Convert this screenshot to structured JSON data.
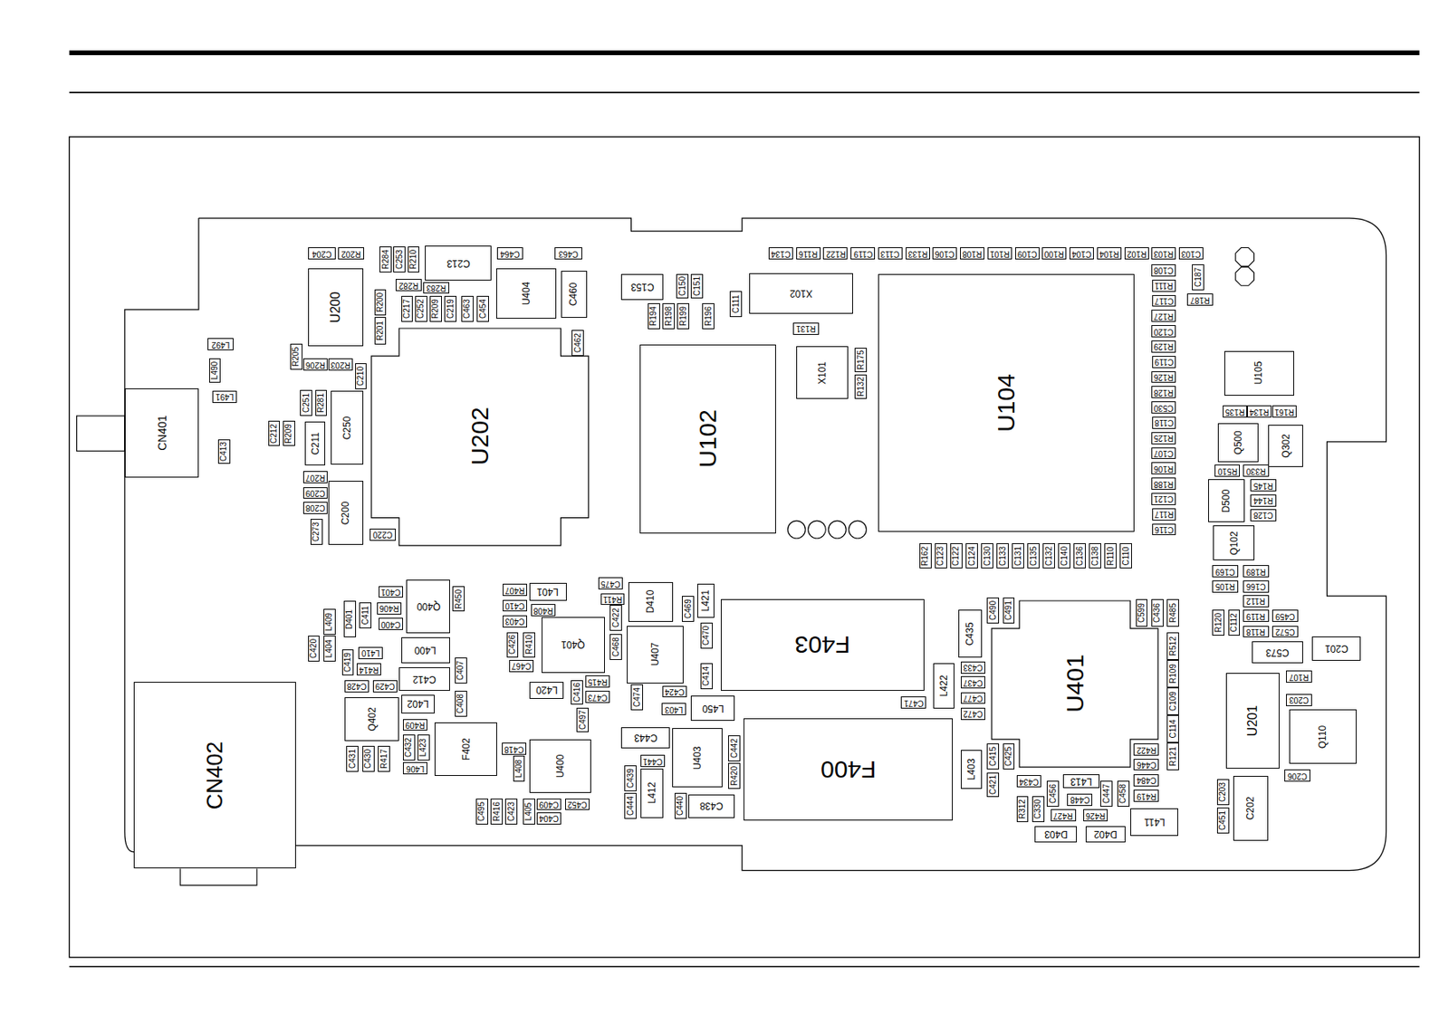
{
  "diagram": {
    "nodes": [
      {
        "text": [
          "C134"
        ]
      },
      {
        "text": [
          "R116"
        ]
      },
      {
        "text": [
          "R122"
        ]
      },
      {
        "text": [
          "C119"
        ]
      },
      {
        "text": [
          "C113"
        ]
      },
      {
        "text": [
          "R133"
        ]
      },
      {
        "text": [
          "C106"
        ]
      },
      {
        "text": [
          "R108"
        ]
      },
      {
        "text": [
          "R101"
        ]
      },
      {
        "text": [
          "C109"
        ]
      },
      {
        "text": [
          "R100"
        ]
      },
      {
        "text": [
          "C104"
        ]
      },
      {
        "text": [
          "R104"
        ]
      },
      {
        "text": [
          "R102"
        ]
      },
      {
        "text": [
          "R103"
        ]
      },
      {
        "text": [
          "C103"
        ]
      },
      {
        "text": [
          "C108"
        ]
      },
      {
        "text": [
          "R111"
        ]
      },
      {
        "text": [
          "C117"
        ]
      },
      {
        "text": [
          "R127"
        ]
      },
      {
        "text": [
          "C120"
        ]
      },
      {
        "text": [
          "R129"
        ]
      },
      {
        "text": [
          "C119"
        ]
      },
      {
        "text": [
          "R126"
        ]
      },
      {
        "text": [
          "R128"
        ]
      },
      {
        "text": [
          "C530"
        ]
      },
      {
        "text": [
          "C118"
        ]
      },
      {
        "text": [
          "R125"
        ]
      },
      {
        "text": [
          "C107"
        ]
      },
      {
        "text": [
          "R106"
        ]
      },
      {
        "text": [
          "R188"
        ]
      },
      {
        "text": [
          "C121"
        ]
      },
      {
        "text": [
          "R117"
        ]
      },
      {
        "text": [
          "C116"
        ]
      },
      {
        "text": [
          "R162"
        ]
      },
      {
        "text": [
          "C123"
        ]
      },
      {
        "text": [
          "C122"
        ]
      },
      {
        "text": [
          "C124"
        ]
      },
      {
        "text": [
          "C130"
        ]
      },
      {
        "text": [
          "C133"
        ]
      },
      {
        "text": [
          "C131"
        ]
      },
      {
        "text": [
          "C135"
        ]
      },
      {
        "text": [
          "C132"
        ]
      },
      {
        "text": [
          "C140"
        ]
      },
      {
        "text": [
          "C136"
        ]
      },
      {
        "text": [
          "C138"
        ]
      },
      {
        "text": [
          "R110"
        ]
      },
      {
        "text": [
          "C110"
        ]
      },
      {
        "text": [
          "C204"
        ]
      },
      {
        "text": [
          "R202"
        ]
      },
      {
        "text": [
          "R284"
        ]
      },
      {
        "text": [
          "C253"
        ]
      },
      {
        "text": [
          "R210"
        ]
      },
      {
        "text": [
          "C213"
        ]
      },
      {
        "text": [
          "C464"
        ]
      },
      {
        "text": [
          "C463"
        ]
      },
      {
        "text": [
          "R283"
        ]
      },
      {
        "text": [
          "R282"
        ]
      },
      {
        "text": [
          "U200"
        ]
      },
      {
        "text": [
          "R200"
        ]
      },
      {
        "text": [
          "C217"
        ]
      },
      {
        "text": [
          "C252"
        ]
      },
      {
        "text": [
          "R209"
        ]
      },
      {
        "text": [
          "C219"
        ]
      },
      {
        "text": [
          "C463"
        ]
      },
      {
        "text": [
          "C454"
        ]
      },
      {
        "text": [
          "U404"
        ]
      },
      {
        "text": [
          "C460"
        ]
      },
      {
        "text": [
          "C462"
        ]
      },
      {
        "text": [
          "R201"
        ]
      },
      {
        "text": [
          "C153"
        ]
      },
      {
        "text": [
          "C150"
        ]
      },
      {
        "text": [
          "C151"
        ]
      },
      {
        "text": [
          "R194"
        ]
      },
      {
        "text": [
          "R198"
        ]
      },
      {
        "text": [
          "R199"
        ]
      },
      {
        "text": [
          "R196"
        ]
      },
      {
        "text": [
          "C111"
        ]
      },
      {
        "text": [
          "X102"
        ]
      },
      {
        "text": [
          "R131"
        ]
      },
      {
        "text": [
          "X101"
        ]
      },
      {
        "text": [
          "R175"
        ]
      },
      {
        "text": [
          "R132"
        ]
      },
      {
        "text": [
          "U102"
        ]
      },
      {
        "text": [
          "U104"
        ]
      },
      {
        "text": [
          "C187"
        ]
      },
      {
        "text": [
          "R187"
        ]
      },
      {
        "text": [
          "U105"
        ]
      },
      {
        "text": [
          "R135"
        ]
      },
      {
        "text": [
          "R134"
        ]
      },
      {
        "text": [
          "R161"
        ]
      },
      {
        "text": [
          "Q500"
        ]
      },
      {
        "text": [
          "Q302"
        ]
      },
      {
        "text": [
          "R510"
        ]
      },
      {
        "text": [
          "R330"
        ]
      },
      {
        "text": [
          "R145"
        ]
      },
      {
        "text": [
          "R144"
        ]
      },
      {
        "text": [
          "C128"
        ]
      },
      {
        "text": [
          "D500"
        ]
      },
      {
        "text": [
          "Q102"
        ]
      },
      {
        "text": [
          "C169"
        ]
      },
      {
        "text": [
          "R189"
        ]
      },
      {
        "text": [
          "R105"
        ]
      },
      {
        "text": [
          "C166"
        ]
      },
      {
        "text": [
          "R120"
        ]
      },
      {
        "text": [
          "C112"
        ]
      },
      {
        "text": [
          "R112"
        ]
      },
      {
        "text": [
          "R119"
        ]
      },
      {
        "text": [
          "C459"
        ]
      },
      {
        "text": [
          "R118"
        ]
      },
      {
        "text": [
          "C572"
        ]
      },
      {
        "text": [
          "C573"
        ]
      },
      {
        "text": [
          "C201"
        ]
      },
      {
        "text": [
          "U201"
        ]
      },
      {
        "text": [
          "R107"
        ]
      },
      {
        "text": [
          "C203"
        ]
      },
      {
        "text": [
          "Q110"
        ]
      },
      {
        "text": [
          "C206"
        ]
      },
      {
        "text": [
          "C203"
        ]
      },
      {
        "text": [
          "C451"
        ]
      },
      {
        "text": [
          "C202"
        ]
      },
      {
        "text": [
          "R205"
        ]
      },
      {
        "text": [
          "R206"
        ]
      },
      {
        "text": [
          "R203"
        ]
      },
      {
        "text": [
          "C210"
        ]
      },
      {
        "text": [
          "C251"
        ]
      },
      {
        "text": [
          "R281"
        ]
      },
      {
        "text": [
          "C212"
        ]
      },
      {
        "text": [
          "R209"
        ]
      },
      {
        "text": [
          "C211"
        ]
      },
      {
        "text": [
          "C250"
        ]
      },
      {
        "text": [
          "L492"
        ]
      },
      {
        "text": [
          "L490"
        ]
      },
      {
        "text": [
          "L491"
        ]
      },
      {
        "text": [
          "CN401"
        ]
      },
      {
        "text": [
          "C413"
        ]
      },
      {
        "text": [
          "R207"
        ]
      },
      {
        "text": [
          "C209"
        ]
      },
      {
        "text": [
          "C208"
        ]
      },
      {
        "text": [
          "C273"
        ]
      },
      {
        "text": [
          "C200"
        ]
      },
      {
        "text": [
          "U202"
        ]
      },
      {
        "text": [
          "C220"
        ]
      },
      {
        "text": [
          "C401"
        ]
      },
      {
        "text": [
          "Q400"
        ]
      },
      {
        "text": [
          "R450"
        ]
      },
      {
        "text": [
          "R406"
        ]
      },
      {
        "text": [
          "C400"
        ]
      },
      {
        "text": [
          "C411"
        ]
      },
      {
        "text": [
          "D401"
        ]
      },
      {
        "text": [
          "L409"
        ]
      },
      {
        "text": [
          "C420"
        ]
      },
      {
        "text": [
          "L404"
        ]
      },
      {
        "text": [
          "C419"
        ]
      },
      {
        "text": [
          "L410"
        ]
      },
      {
        "text": [
          "R414"
        ]
      },
      {
        "text": [
          "L400"
        ]
      },
      {
        "text": [
          "C407"
        ]
      },
      {
        "text": [
          "C428"
        ]
      },
      {
        "text": [
          "C429"
        ]
      },
      {
        "text": [
          "C412"
        ]
      },
      {
        "text": [
          "L402"
        ]
      },
      {
        "text": [
          "C408"
        ]
      },
      {
        "text": [
          "Q402"
        ]
      },
      {
        "text": [
          "R409"
        ]
      },
      {
        "text": [
          "C432"
        ]
      },
      {
        "text": [
          "L423"
        ]
      },
      {
        "text": [
          "L406"
        ]
      },
      {
        "text": [
          "C431"
        ]
      },
      {
        "text": [
          "C430"
        ]
      },
      {
        "text": [
          "R417"
        ]
      },
      {
        "text": [
          "F402"
        ]
      },
      {
        "text": [
          "R407"
        ]
      },
      {
        "text": [
          "C410"
        ]
      },
      {
        "text": [
          "C403"
        ]
      },
      {
        "text": [
          "L401"
        ]
      },
      {
        "text": [
          "R408"
        ]
      },
      {
        "text": [
          "C426"
        ]
      },
      {
        "text": [
          "R410"
        ]
      },
      {
        "text": [
          "C467"
        ]
      },
      {
        "text": [
          "Q401"
        ]
      },
      {
        "text": [
          "L420"
        ]
      },
      {
        "text": [
          "C416"
        ]
      },
      {
        "text": [
          "R415"
        ]
      },
      {
        "text": [
          "C473"
        ]
      },
      {
        "text": [
          "C497"
        ]
      },
      {
        "text": [
          "C475"
        ]
      },
      {
        "text": [
          "R411"
        ]
      },
      {
        "text": [
          "C422"
        ]
      },
      {
        "text": [
          "C468"
        ]
      },
      {
        "text": [
          "D410"
        ]
      },
      {
        "text": [
          "C469"
        ]
      },
      {
        "text": [
          "L421"
        ]
      },
      {
        "text": [
          "U407"
        ]
      },
      {
        "text": [
          "C470"
        ]
      },
      {
        "text": [
          "C414"
        ]
      },
      {
        "text": [
          "C474"
        ]
      },
      {
        "text": [
          "C424"
        ]
      },
      {
        "text": [
          "L403"
        ]
      },
      {
        "text": [
          "L450"
        ]
      },
      {
        "text": [
          "C418"
        ]
      },
      {
        "text": [
          "L408"
        ]
      },
      {
        "text": [
          "U400"
        ]
      },
      {
        "text": [
          "C495"
        ]
      },
      {
        "text": [
          "R416"
        ]
      },
      {
        "text": [
          "C423"
        ]
      },
      {
        "text": [
          "L405"
        ]
      },
      {
        "text": [
          "C409"
        ]
      },
      {
        "text": [
          "C452"
        ]
      },
      {
        "text": [
          "C404"
        ]
      },
      {
        "text": [
          "C443"
        ]
      },
      {
        "text": [
          "C441"
        ]
      },
      {
        "text": [
          "C439"
        ]
      },
      {
        "text": [
          "C444"
        ]
      },
      {
        "text": [
          "L412"
        ]
      },
      {
        "text": [
          "U403"
        ]
      },
      {
        "text": [
          "C440"
        ]
      },
      {
        "text": [
          "C442"
        ]
      },
      {
        "text": [
          "R420"
        ]
      },
      {
        "text": [
          "C438"
        ]
      },
      {
        "text": [
          "F403"
        ]
      },
      {
        "text": [
          "F400"
        ]
      },
      {
        "text": [
          "C471"
        ]
      },
      {
        "text": [
          "L422"
        ]
      },
      {
        "text": [
          "C435"
        ]
      },
      {
        "text": [
          "C433"
        ]
      },
      {
        "text": [
          "C437"
        ]
      },
      {
        "text": [
          "C477"
        ]
      },
      {
        "text": [
          "C472"
        ]
      },
      {
        "text": [
          "C490"
        ]
      },
      {
        "text": [
          "C491"
        ]
      },
      {
        "text": [
          "U401"
        ]
      },
      {
        "text": [
          "C599"
        ]
      },
      {
        "text": [
          "C436"
        ]
      },
      {
        "text": [
          "R485"
        ]
      },
      {
        "text": [
          "R512"
        ]
      },
      {
        "text": [
          "R109"
        ]
      },
      {
        "text": [
          "C109"
        ]
      },
      {
        "text": [
          "C114"
        ]
      },
      {
        "text": [
          "R121"
        ]
      },
      {
        "text": [
          "L403"
        ]
      },
      {
        "text": [
          "C415"
        ]
      },
      {
        "text": [
          "C425"
        ]
      },
      {
        "text": [
          "C421"
        ]
      },
      {
        "text": [
          "C434"
        ]
      },
      {
        "text": [
          "R422"
        ]
      },
      {
        "text": [
          "C446"
        ]
      },
      {
        "text": [
          "C484"
        ]
      },
      {
        "text": [
          "R419"
        ]
      },
      {
        "text": [
          "L413"
        ]
      },
      {
        "text": [
          "C456"
        ]
      },
      {
        "text": [
          "C448"
        ]
      },
      {
        "text": [
          "C447"
        ]
      },
      {
        "text": [
          "C458"
        ]
      },
      {
        "text": [
          "R312"
        ]
      },
      {
        "text": [
          "C330"
        ]
      },
      {
        "text": [
          "R427"
        ]
      },
      {
        "text": [
          "R426"
        ]
      },
      {
        "text": [
          "D403"
        ]
      },
      {
        "text": [
          "D402"
        ]
      },
      {
        "text": [
          "L411"
        ]
      },
      {
        "text": [
          "CN402"
        ]
      }
    ]
  }
}
